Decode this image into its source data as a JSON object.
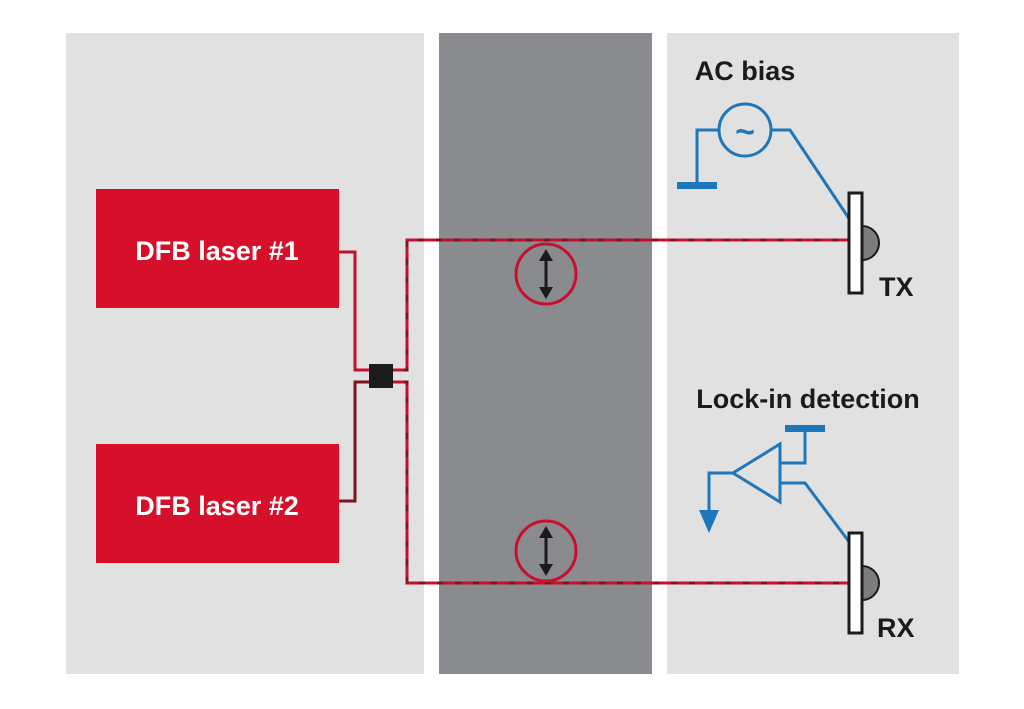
{
  "lasers": {
    "laser1_label": "DFB laser #1",
    "laser2_label": "DFB laser #2"
  },
  "labels": {
    "ac_bias": "AC bias",
    "lock_in": "Lock-in detection",
    "tx": "TX",
    "rx": "RX",
    "ac_symbol": "~"
  },
  "colors": {
    "panel_light": "#e1e1e2",
    "panel_dark": "#898b8f",
    "laser_red": "#d6102b",
    "fiber_red": "#c8102e",
    "fiber_dark": "#7a1520",
    "circuit_blue": "#1f77bb",
    "text_dark": "#1b1b1b"
  },
  "icons": {
    "coupler": "coupler-square",
    "adjust": "vertical-double-arrow",
    "ground": "ground-symbol",
    "amplifier": "amplifier-triangle",
    "ac_source": "ac-source-circle"
  }
}
